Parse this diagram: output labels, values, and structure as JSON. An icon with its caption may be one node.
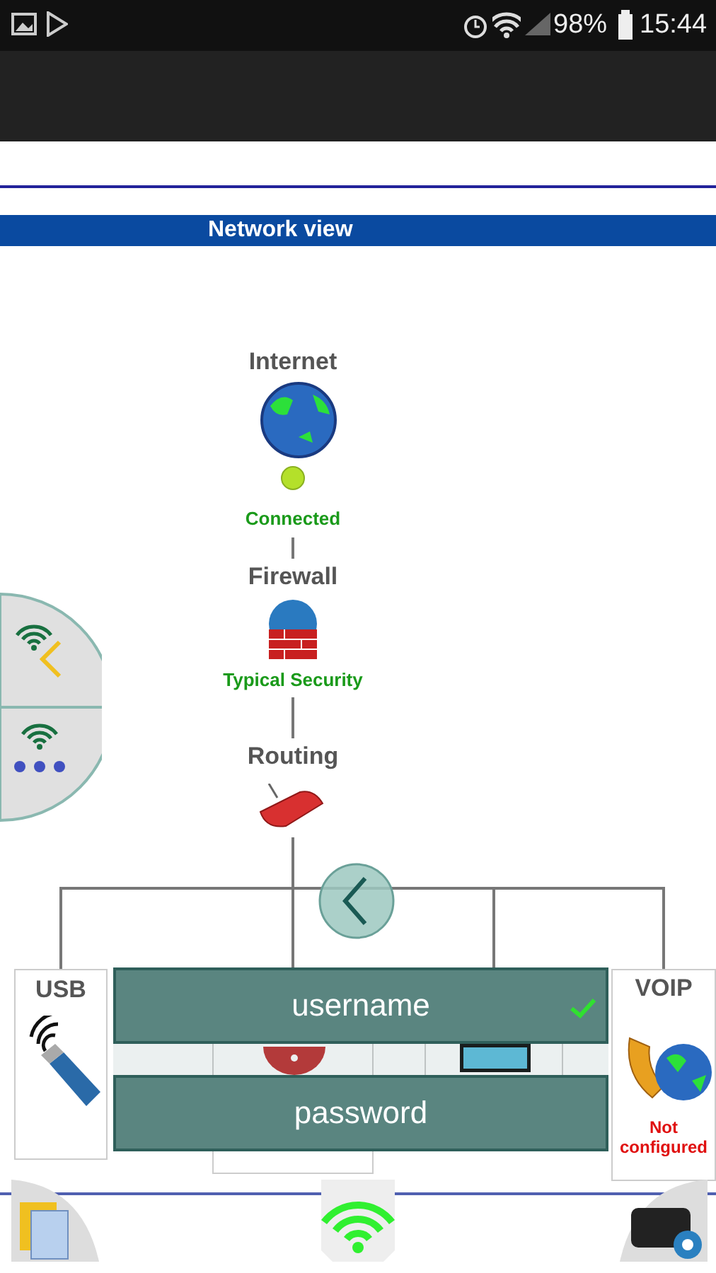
{
  "diagram": {
    "title": "Network view",
    "nodes": [
      {
        "text": [
          "Internet",
          "Connected"
        ]
      },
      {
        "text": [
          "Firewall",
          "Typical Security"
        ]
      },
      {
        "text": [
          "Routing"
        ]
      },
      {
        "text": [
          "USB"
        ]
      },
      {
        "text": [],
        "shape": "picture"
      },
      {
        "text": [],
        "shape": "picture"
      },
      {
        "text": [
          "VOIP",
          "Not configured"
        ]
      }
    ],
    "edges": [
      {
        "from": 0,
        "to": 1,
        "arrow": "none"
      },
      {
        "from": 1,
        "to": 2,
        "arrow": "none"
      },
      {
        "from": 2,
        "to": 3,
        "arrow": "none"
      },
      {
        "from": 2,
        "to": 4,
        "arrow": "none"
      },
      {
        "from": 2,
        "to": 5,
        "arrow": "none"
      },
      {
        "from": 2,
        "to": 6,
        "arrow": "none"
      }
    ],
    "labels": [
      "98%",
      "15:44",
      "username",
      "password"
    ]
  }
}
